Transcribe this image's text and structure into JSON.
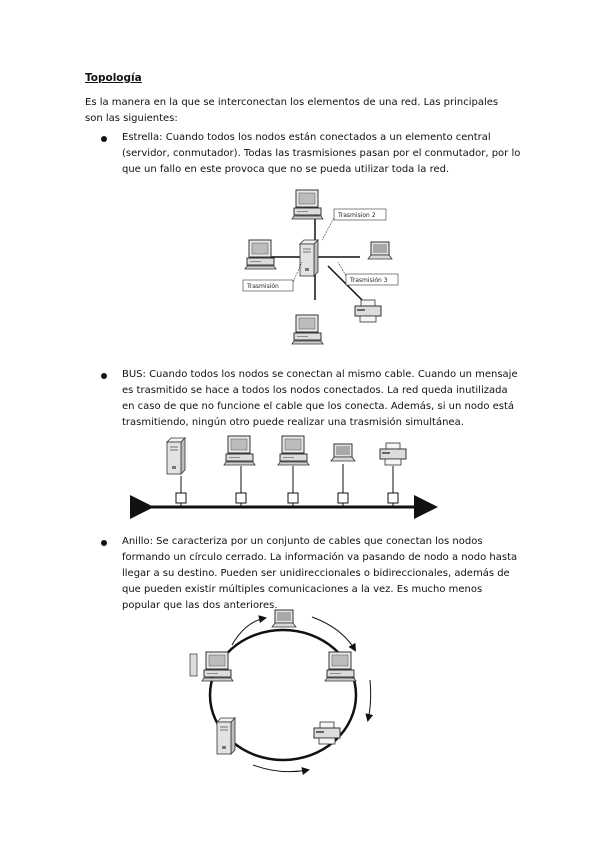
{
  "heading": "Topología",
  "intro": "Es la manera en la que se interconectan los elementos de una red. Las principales son las siguientes:",
  "bullets": {
    "estrella": "Estrella: Cuando todos los nodos están conectados a un elemento central (servidor, conmutador). Todas las trasmisiones pasan por el conmutador, por lo que un fallo en este provoca que no se pueda utilizar toda la red.",
    "bus": "BUS: Cuando todos los nodos se conectan al mismo cable. Cuando un mensaje es trasmitido se hace a todos los nodos conectados. La red queda inutilizada en caso de que no funcione el cable que los conecta. Además, si un nodo está trasmitiendo, ningún otro puede realizar una trasmisión simultánea.",
    "anillo": "Anillo: Se caracteriza por un conjunto de cables que conectan los nodos formando un círculo cerrado. La información va pasando de nodo a nodo hasta llegar a su destino. Pueden ser unidireccionales o bidireccionales, además de que pueden existir múltiples comunicaciones a la vez. Es mucho menos popular que las dos anteriores."
  },
  "star_labels": {
    "t1": "Trasmisión",
    "t2": "Trasmision 2",
    "t3": "Trasmisión 3"
  }
}
